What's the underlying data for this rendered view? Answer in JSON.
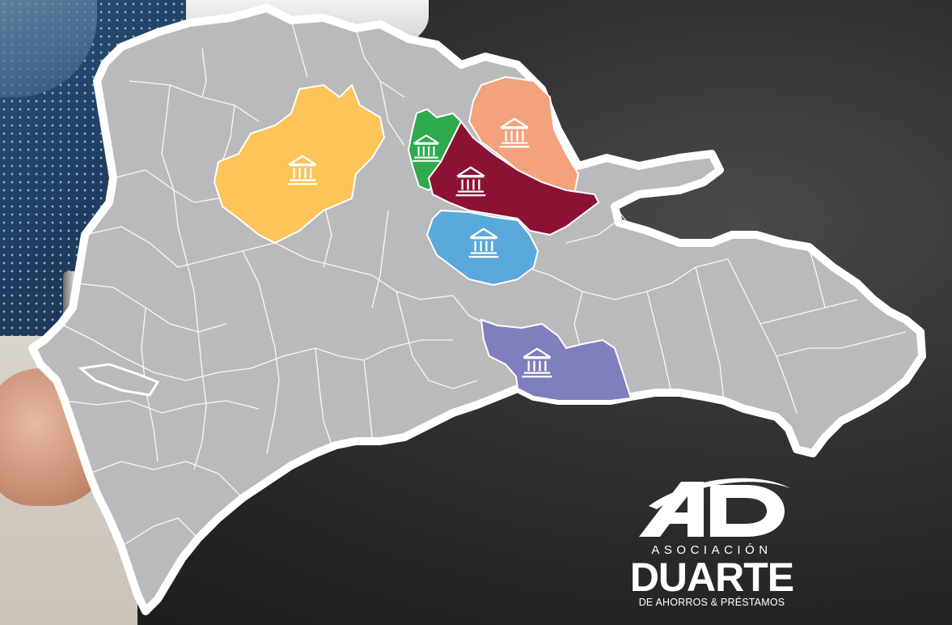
{
  "map": {
    "country": "República Dominicana",
    "base_color": "#b9babc",
    "border_color": "#ffffff",
    "highlighted_regions": [
      {
        "id": "region-yellow",
        "color": "#fdc45a",
        "icon": "bank-icon"
      },
      {
        "id": "region-green",
        "color": "#2faa4e",
        "icon": "bank-icon"
      },
      {
        "id": "region-orange",
        "color": "#f3a27d",
        "icon": "bank-icon"
      },
      {
        "id": "region-maroon",
        "color": "#8c1234",
        "icon": "bank-icon"
      },
      {
        "id": "region-blue",
        "color": "#5aa9dd",
        "icon": "bank-icon"
      },
      {
        "id": "region-purple",
        "color": "#7f7fbe",
        "icon": "bank-icon"
      }
    ]
  },
  "logo": {
    "line1": "ASOCIACIÓN",
    "line2": "DUARTE",
    "line3": "DE AHORROS & PRÉSTAMOS"
  }
}
